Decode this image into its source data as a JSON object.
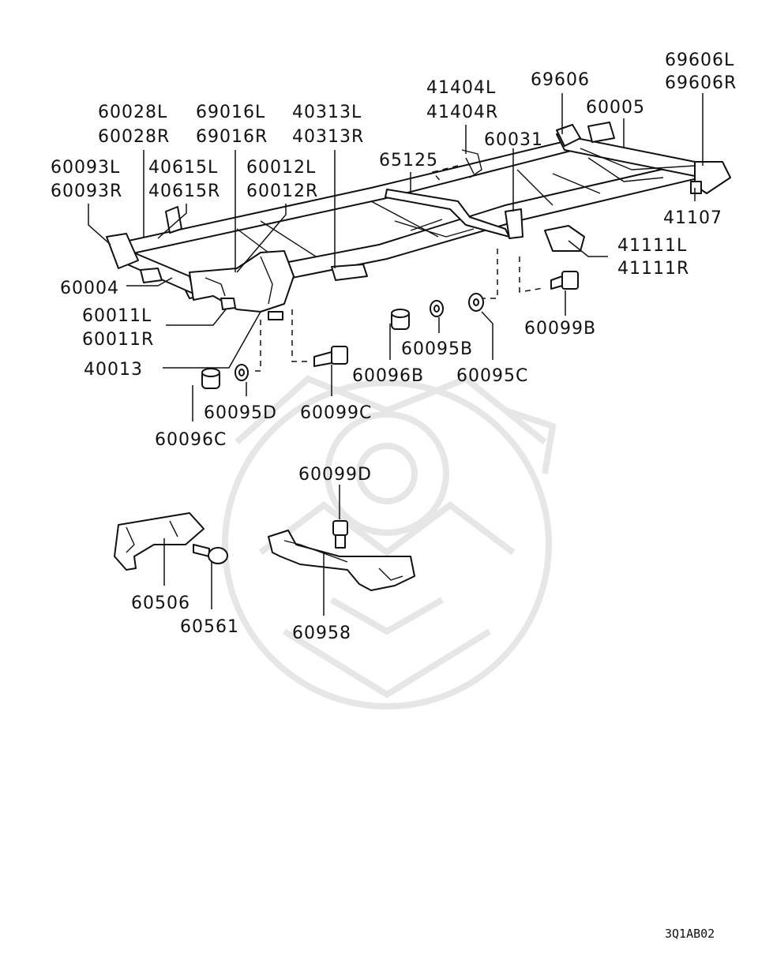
{
  "diagram_code": "3Q1AB02",
  "labels": {
    "l_69606L": "69606L",
    "l_69606R": "69606R",
    "l_69606": "69606",
    "l_60005": "60005",
    "l_41404L": "41404L",
    "l_41404R": "41404R",
    "l_60031": "60031",
    "l_40313L": "40313L",
    "l_40313R": "40313R",
    "l_69016L": "69016L",
    "l_69016R": "69016R",
    "l_60028L": "60028L",
    "l_60028R": "60028R",
    "l_65125": "65125",
    "l_60093L": "60093L",
    "l_60093R": "60093R",
    "l_40615L": "40615L",
    "l_40615R": "40615R",
    "l_60012L": "60012L",
    "l_60012R": "60012R",
    "l_41107": "41107",
    "l_41111L": "41111L",
    "l_41111R": "41111R",
    "l_60004": "60004",
    "l_60011L": "60011L",
    "l_60011R": "60011R",
    "l_60099B": "60099B",
    "l_60095B": "60095B",
    "l_40013": "40013",
    "l_60096B": "60096B",
    "l_60095C": "60095C",
    "l_60095D": "60095D",
    "l_60099C": "60099C",
    "l_60096C": "60096C",
    "l_60099D": "60099D",
    "l_60506": "60506",
    "l_60561": "60561",
    "l_60958": "60958"
  }
}
